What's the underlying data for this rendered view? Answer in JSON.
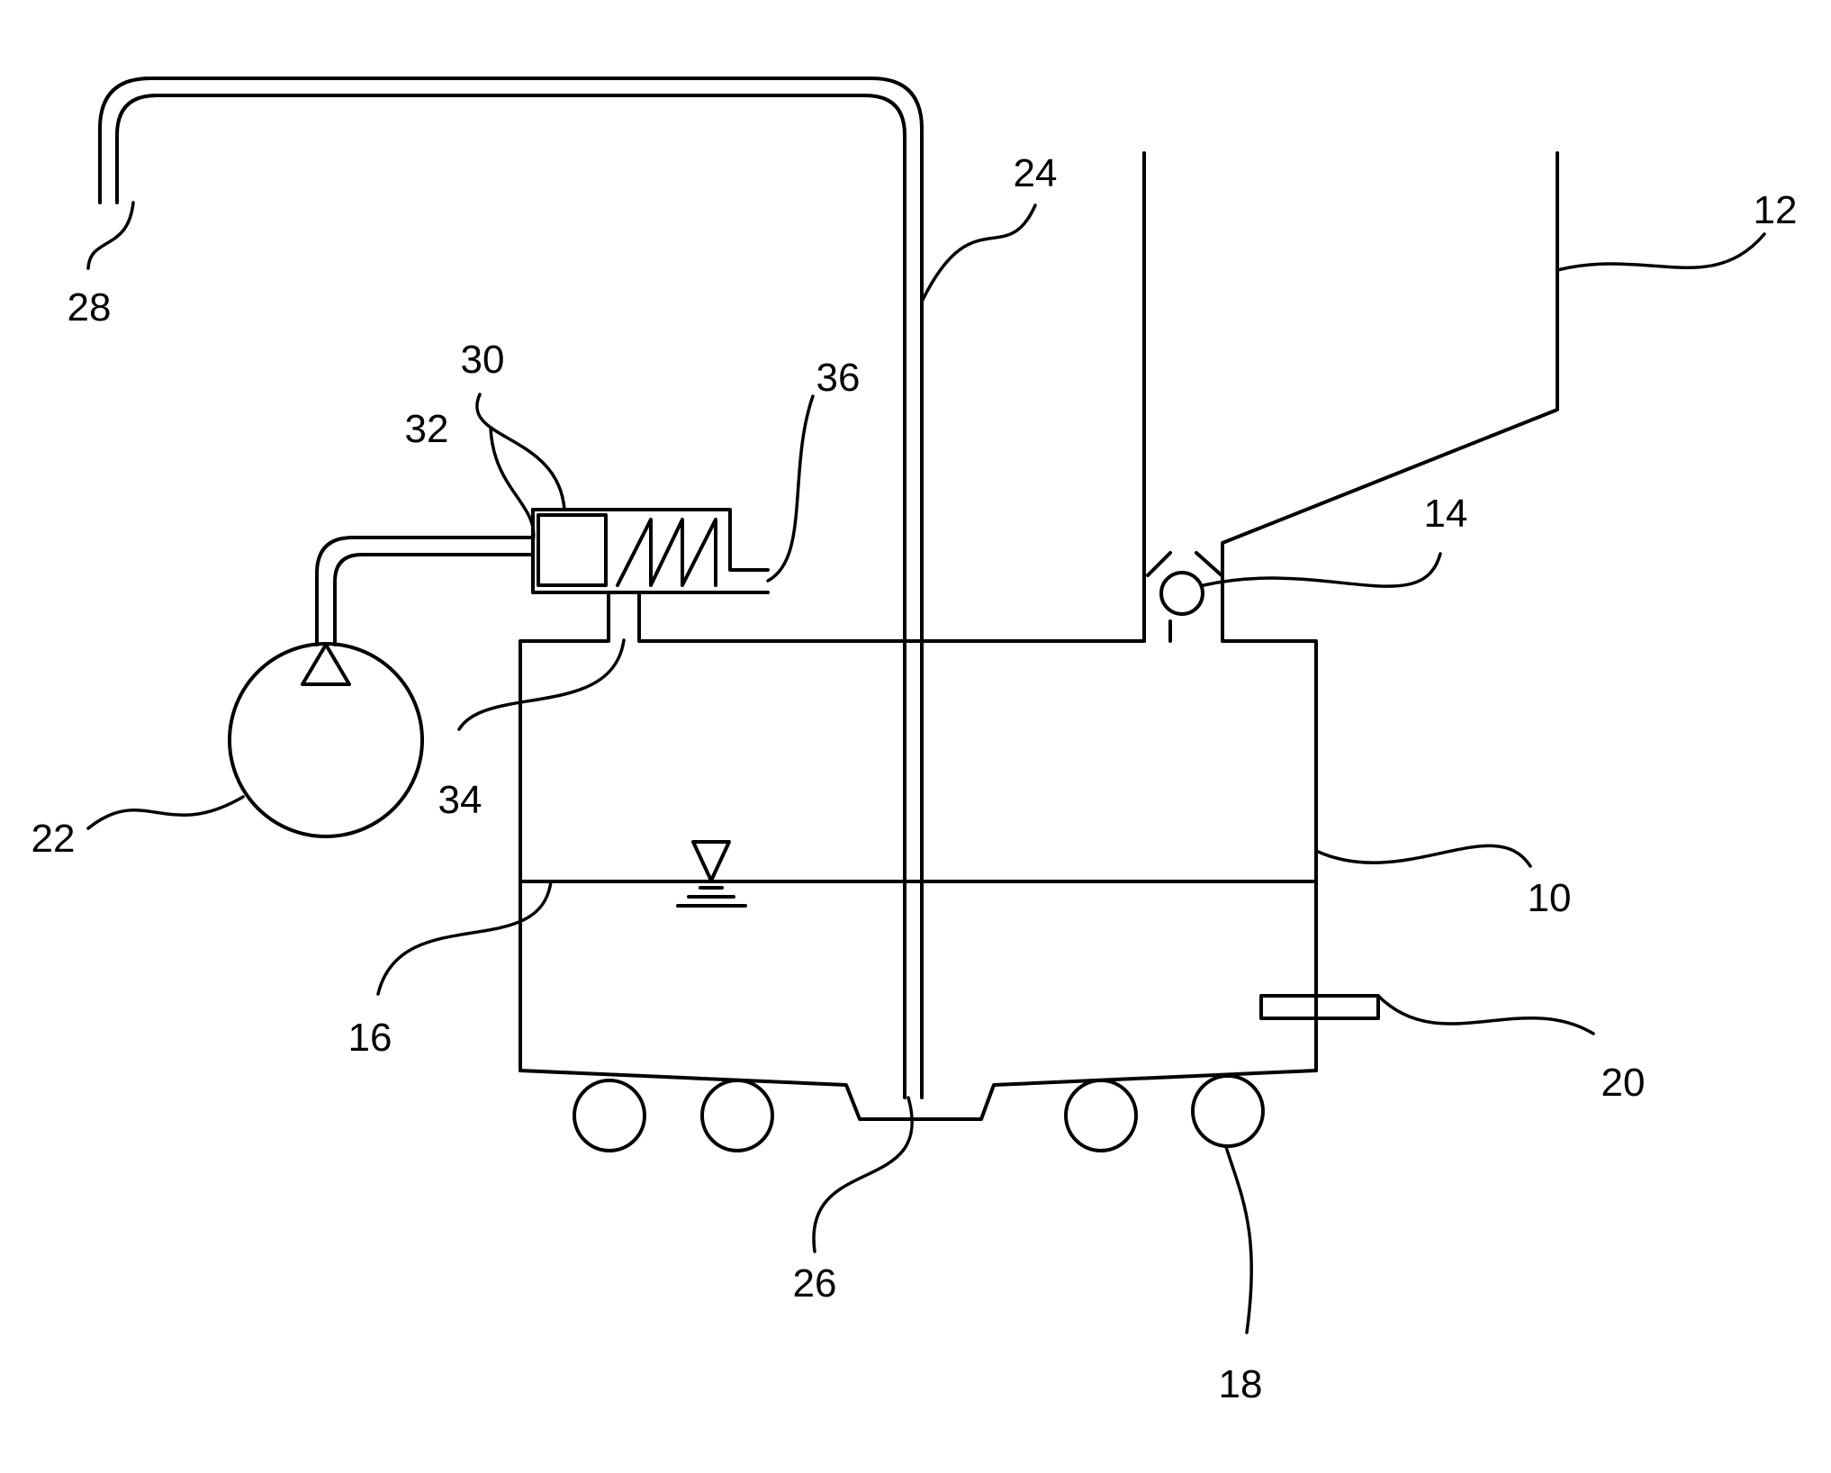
{
  "labels": {
    "tank": "10",
    "hopper": "12",
    "check_valve": "14",
    "liquid_level": "16",
    "rollers": "18",
    "side_port": "20",
    "pressure_vessel": "22",
    "dip_tube": "24",
    "tube_inlet": "26",
    "tube_outlet": "28",
    "relief_valve": "30",
    "valve_inlet": "32",
    "valve_tank_port": "34",
    "valve_vent": "36"
  },
  "colors": {
    "line": "#000000",
    "background": "#ffffff"
  }
}
